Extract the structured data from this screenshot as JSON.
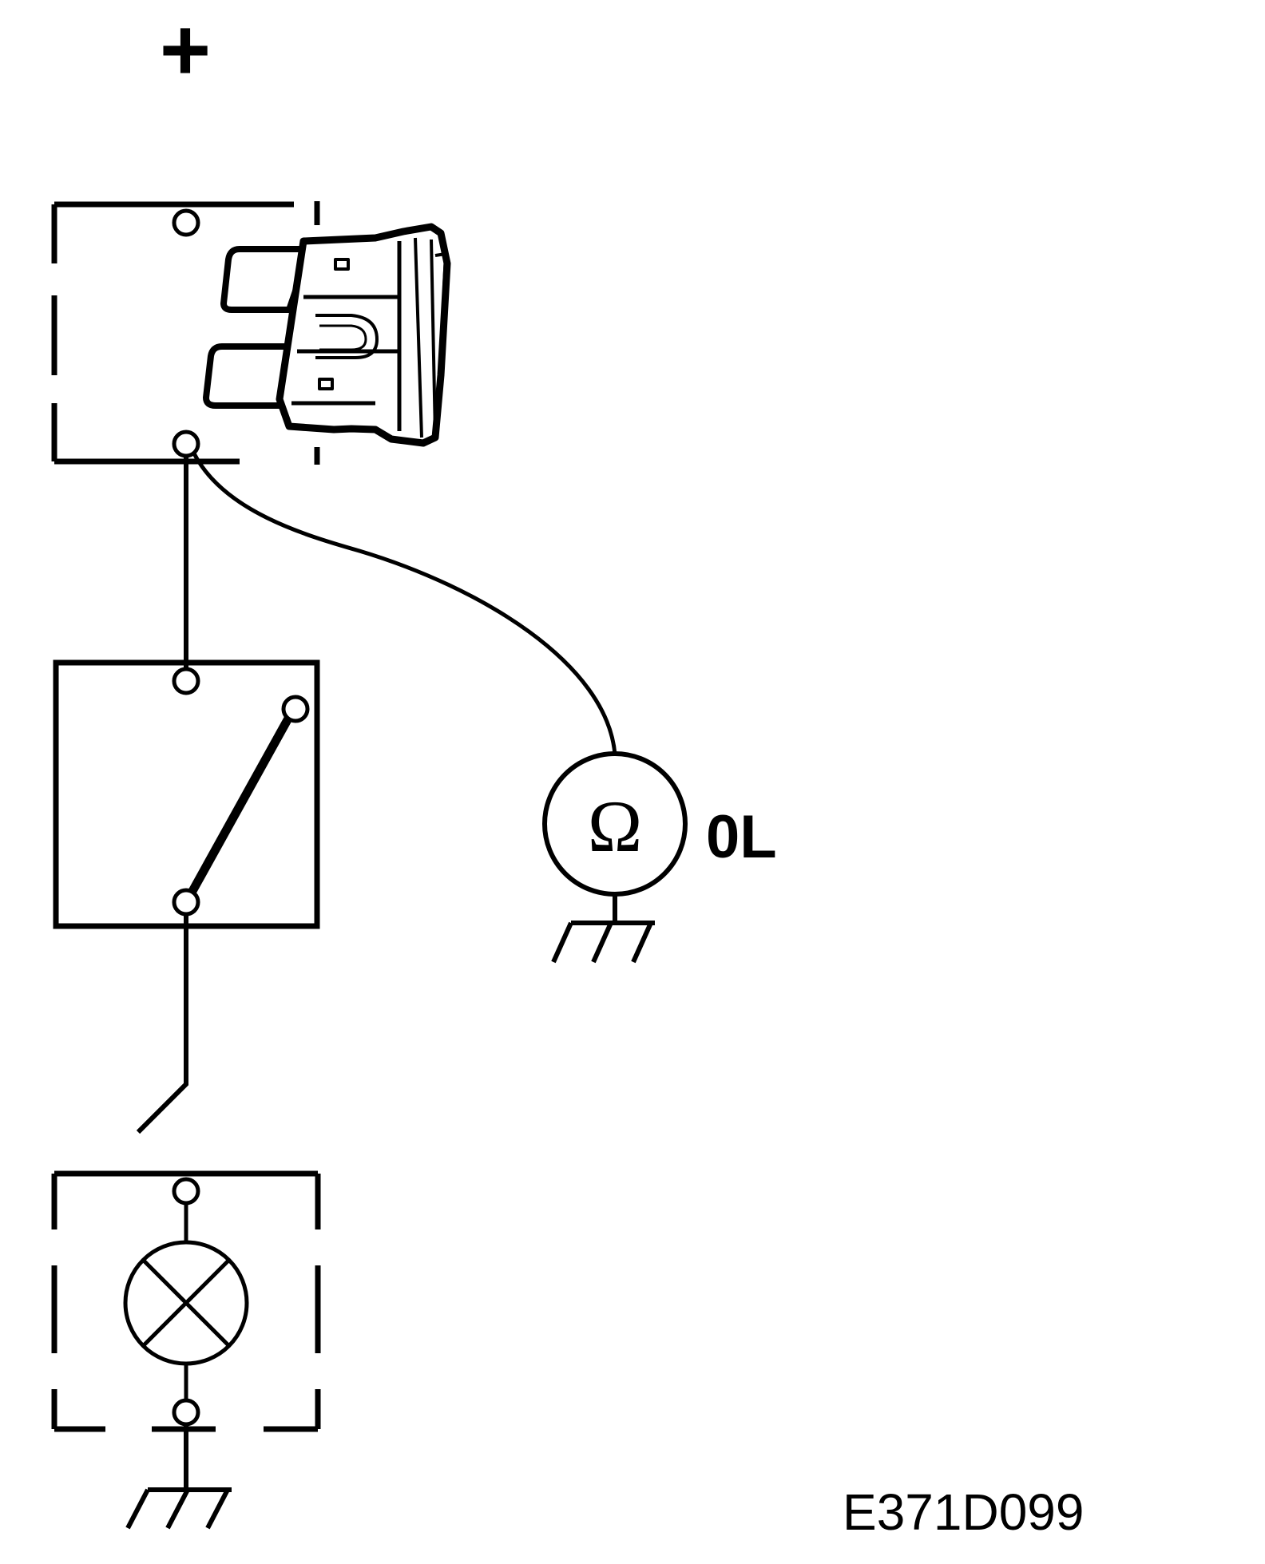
{
  "diagram": {
    "supply_symbol": "+",
    "meter": {
      "symbol": "Ω",
      "reading": "0L"
    },
    "figure_code": "E371D099",
    "icons": {
      "fuse": "blade-fuse-icon",
      "switch": "switch-icon",
      "lamp": "lamp-icon",
      "ground": "ground-icon",
      "ohmmeter": "ohmmeter-icon"
    },
    "colors": {
      "stroke": "#000000",
      "background": "#ffffff"
    }
  }
}
